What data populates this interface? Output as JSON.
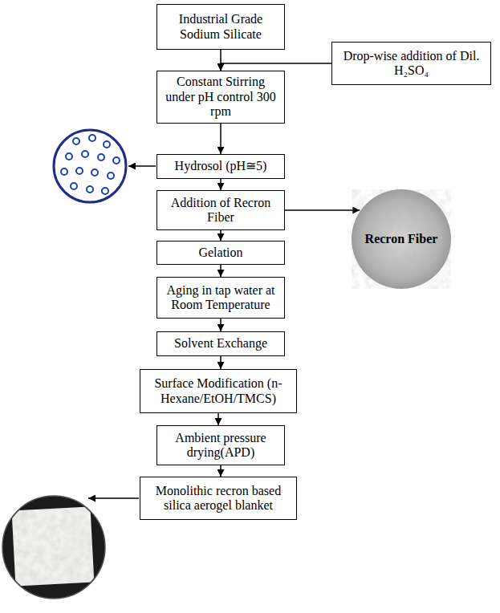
{
  "diagram": {
    "nodes": [
      {
        "text": [
          "Industrial Grade Sodium Silicate"
        ]
      },
      {
        "text": [
          "Drop-wise addition of Dil. H₂SO₄"
        ]
      },
      {
        "text": [
          "Constant Stirring under pH control 300 rpm"
        ]
      },
      {
        "text": [
          "Hydrosol (pH≅5)"
        ]
      },
      {
        "text": [
          "Addition of Recron Fiber"
        ]
      },
      {
        "text": [
          "Recron Fiber"
        ]
      },
      {
        "text": [
          "Gelation"
        ]
      },
      {
        "text": [
          "Aging in tap water at Room Temperature"
        ]
      },
      {
        "text": [
          "Solvent Exchange"
        ]
      },
      {
        "text": [
          "Surface Modification (n-Hexane/EtOH/TMCS)"
        ]
      },
      {
        "text": [
          "Ambient pressure drying(APD)"
        ]
      },
      {
        "text": [
          "Monolithic recron based silica aerogel blanket"
        ]
      }
    ],
    "edges": [
      {
        "from": 0,
        "to": 2,
        "arrow": "to"
      },
      {
        "from": 1,
        "to": 2,
        "arrow": "to"
      },
      {
        "from": 2,
        "to": 3,
        "arrow": "to"
      },
      {
        "from": 3,
        "to": 4,
        "arrow": "to"
      },
      {
        "from": 4,
        "to": 5,
        "arrow": "to"
      },
      {
        "from": 4,
        "to": 6,
        "arrow": "to"
      },
      {
        "from": 6,
        "to": 7,
        "arrow": "to"
      },
      {
        "from": 7,
        "to": 8,
        "arrow": "to"
      },
      {
        "from": 8,
        "to": 9,
        "arrow": "to"
      },
      {
        "from": 9,
        "to": 10,
        "arrow": "to"
      },
      {
        "from": 10,
        "to": 11,
        "arrow": "to"
      }
    ]
  }
}
